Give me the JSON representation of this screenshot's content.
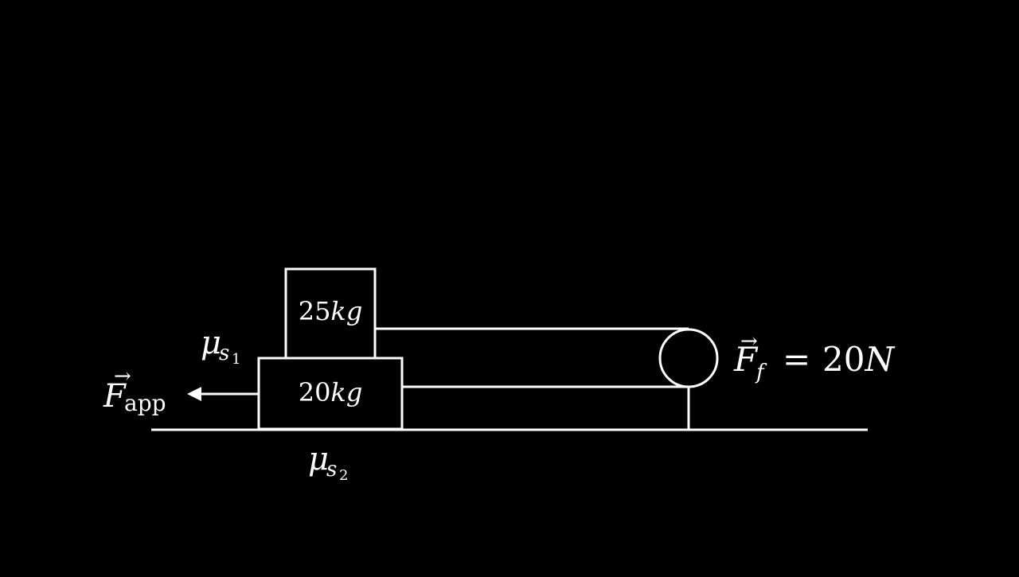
{
  "colors": {
    "background": "#000000",
    "stroke": "#ffffff"
  },
  "upper_block": {
    "mass_value": "25",
    "mass_unit": "kg"
  },
  "lower_block": {
    "mass_value": "20",
    "mass_unit": "kg"
  },
  "mu_upper": {
    "symbol": "μ",
    "sub": "s",
    "subsub": "1"
  },
  "mu_lower": {
    "symbol": "μ",
    "sub": "s",
    "subsub": "2"
  },
  "applied_force": {
    "vector_arrow": "→",
    "symbol": "F",
    "sub": "app"
  },
  "friction_force": {
    "vector_arrow": "→",
    "symbol": "F",
    "sub": "f",
    "equals": "=",
    "value": "20",
    "unit": "N"
  },
  "icons": {
    "applied_force_arrow": "left-arrow",
    "pulley": "circle"
  }
}
